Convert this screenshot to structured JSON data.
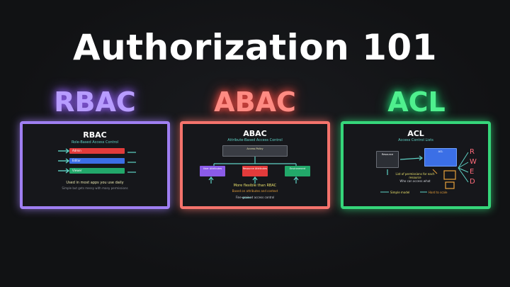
{
  "title": "Authorization 101",
  "colors": {
    "rbac": "#9f7ff2",
    "abac": "#f4736c",
    "acl": "#35d67a",
    "teal": "#5fd3c6",
    "red": "#e23b3b",
    "blue": "#3b6fe6",
    "green": "#22a86a",
    "purple": "#8a5be8"
  },
  "rbac": {
    "label": "RBAC",
    "mini_title": "RBAC",
    "mini_sub": "Role-Based Access Control",
    "roles": [
      "Admin",
      "Editor",
      "Viewer"
    ],
    "note": "Used in most apps you use daily",
    "note_sub": "Simple but gets messy with many permissions"
  },
  "abac": {
    "label": "ABAC",
    "mini_title": "ABAC",
    "mini_sub": "Attribute-Based Access Control",
    "policy": "Access Policy",
    "attrs": [
      "User Attributes",
      "Resource Attributes",
      "Environment"
    ],
    "note": "More flexible than RBAC",
    "note_sub": "Based on attributes and context",
    "note2": "Fine-grained access control"
  },
  "acl": {
    "label": "ACL",
    "mini_title": "ACL",
    "mini_sub": "Access Control Lists",
    "resource": "Resource",
    "list": "ACL",
    "letters": [
      "R",
      "W",
      "E",
      "D"
    ],
    "note": "List of permissions for each resource",
    "note_sub": "Who can access what",
    "left_tag": "Simple model",
    "right_tag": "Hard to scale"
  }
}
